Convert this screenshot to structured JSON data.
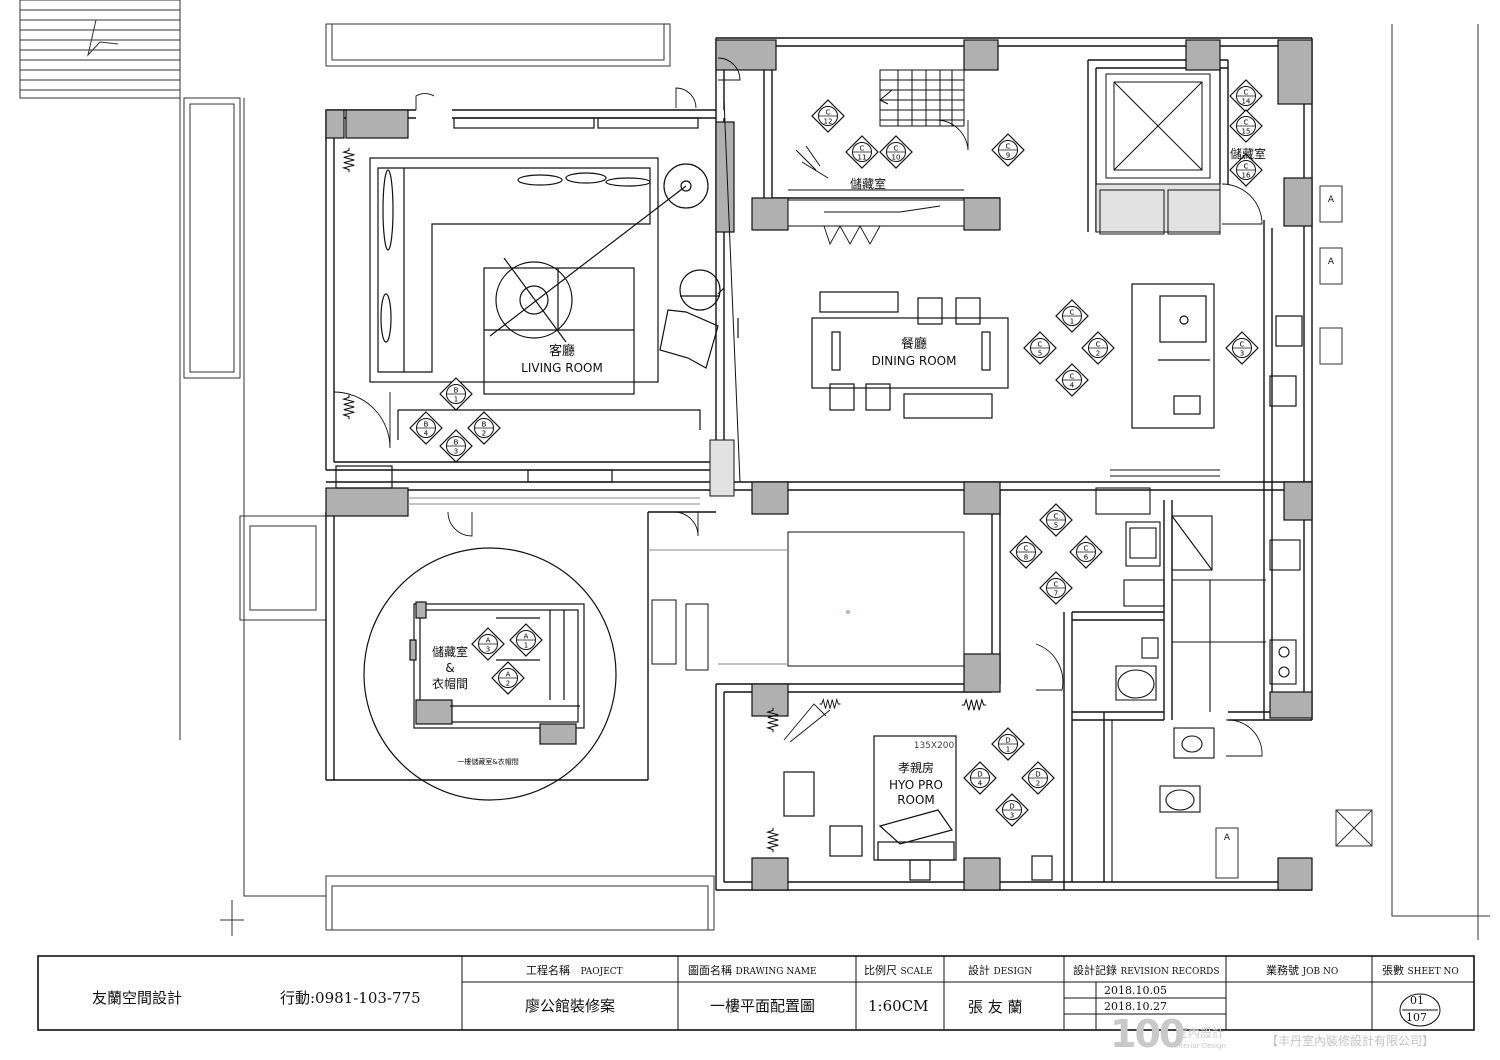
{
  "rooms": {
    "living_zh": "客廳",
    "living_en": "LIVING ROOM",
    "dining_zh": "餐廳",
    "dining_en": "DINING ROOM",
    "storage_top": "儲藏室",
    "storage_right": "儲藏室",
    "closet_line1": "儲藏室",
    "closet_line2": "&",
    "closet_line3": "衣帽間",
    "closet_caption": "一樓儲藏室&衣帽間",
    "parents_zh": "孝親房",
    "parents_en1": "HYO PRO",
    "parents_en2": "ROOM",
    "bed_size": "135X200"
  },
  "elevation_markers": {
    "B1": {
      "letter": "B",
      "num": "1"
    },
    "B2": {
      "letter": "B",
      "num": "2"
    },
    "B3": {
      "letter": "B",
      "num": "3"
    },
    "B4": {
      "letter": "B",
      "num": "4"
    },
    "C1": {
      "letter": "C",
      "num": "1"
    },
    "C2": {
      "letter": "C",
      "num": "2"
    },
    "C3": {
      "letter": "C",
      "num": "3"
    },
    "C4": {
      "letter": "C",
      "num": "4"
    },
    "C5": {
      "letter": "C",
      "num": "5"
    },
    "C5b": {
      "letter": "C",
      "num": "5"
    },
    "C6": {
      "letter": "C",
      "num": "6"
    },
    "C7": {
      "letter": "C",
      "num": "7"
    },
    "C8": {
      "letter": "C",
      "num": "8"
    },
    "C9": {
      "letter": "C",
      "num": "9"
    },
    "C10": {
      "letter": "C",
      "num": "10"
    },
    "C11": {
      "letter": "C",
      "num": "11"
    },
    "C12": {
      "letter": "C",
      "num": "12"
    },
    "C14": {
      "letter": "C",
      "num": "14"
    },
    "C15": {
      "letter": "C",
      "num": "15"
    },
    "C16": {
      "letter": "C",
      "num": "16"
    },
    "A1": {
      "letter": "A",
      "num": "1"
    },
    "A2": {
      "letter": "A",
      "num": "2"
    },
    "A3": {
      "letter": "A",
      "num": "3"
    },
    "D1": {
      "letter": "D",
      "num": "1"
    },
    "D2": {
      "letter": "D",
      "num": "2"
    },
    "D3": {
      "letter": "D",
      "num": "3"
    },
    "D4": {
      "letter": "D",
      "num": "4"
    }
  },
  "side_tags": {
    "tag1": "A",
    "tag2": "A",
    "tag3": "A"
  },
  "title_block": {
    "company": "友蘭空間設計",
    "phone": "行動:0981-103-775",
    "project_label": "工程名稱",
    "project_label_en": "PAOJECT",
    "project_value": "廖公館裝修案",
    "drawing_label": "圖面名稱",
    "drawing_label_en": "DRAWING NAME",
    "drawing_value": "一樓平面配置圖",
    "scale_label": "比例尺",
    "scale_label_en": "SCALE",
    "scale_value": "1:60CM",
    "design_label": "設計",
    "design_label_en": "DESIGN",
    "design_value": "張 友 蘭",
    "revision_label": "設計記錄",
    "revision_label_en": "REVISION RECORDS",
    "revision_1": "2018.10.05",
    "revision_2": "2018.10.27",
    "job_label": "業務號",
    "job_label_en": "JOB NO",
    "sheet_label": "張數",
    "sheet_label_en": "SHEET NO",
    "sheet_num": "01",
    "sheet_total": "107"
  },
  "watermark": {
    "logo": "100",
    "logo_sub": "Interior Design",
    "logo_zh": "室內設計",
    "credit": "【丰丹室內裝修設計有限公司】"
  },
  "colors": {
    "wall": "#9a9a9a",
    "line": "#1a1a1a",
    "column": "#b5b5b5"
  }
}
